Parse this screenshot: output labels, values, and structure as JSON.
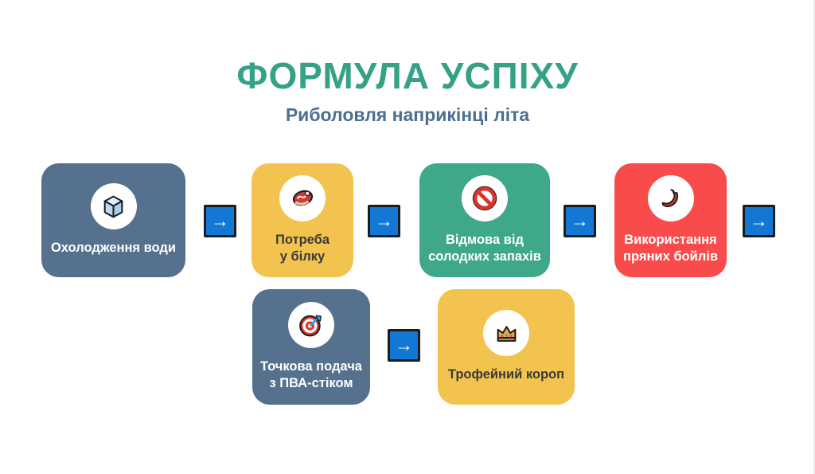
{
  "header": {
    "title": "ФОРМУЛА УСПІХУ",
    "subtitle": "Риболовля наприкінці літа"
  },
  "colors": {
    "background": "#ffffff",
    "title": "#35a287",
    "subtitle": "#4d6e90",
    "card_slate": "#56718d",
    "card_yellow": "#f2c44f",
    "card_green": "#3fa88a",
    "card_red": "#f94b4b",
    "card_dark_text": "#3a3a3a",
    "arrow_fill": "#1377d4",
    "arrow_border": "#1b1b1b"
  },
  "steps": [
    {
      "label_lines": [
        "Охолодження води"
      ],
      "icon": "ice-cube-icon",
      "color_key": "card_slate"
    },
    {
      "label_lines": [
        "Потреба",
        "у білку"
      ],
      "icon": "steak-icon",
      "color_key": "card_yellow"
    },
    {
      "label_lines": [
        "Відмова від",
        "солодких запахів"
      ],
      "icon": "prohibited-icon",
      "color_key": "card_green"
    },
    {
      "label_lines": [
        "Використання",
        "пряних бойлів"
      ],
      "icon": "chili-pepper-icon",
      "color_key": "card_red"
    },
    {
      "label_lines": [
        "Точкова подача",
        "з ПВА-стіком"
      ],
      "icon": "dart-target-icon",
      "color_key": "card_slate"
    },
    {
      "label_lines": [
        "Трофейний короп"
      ],
      "icon": "crown-icon",
      "color_key": "card_yellow"
    }
  ],
  "arrow": {
    "glyph": "→"
  }
}
